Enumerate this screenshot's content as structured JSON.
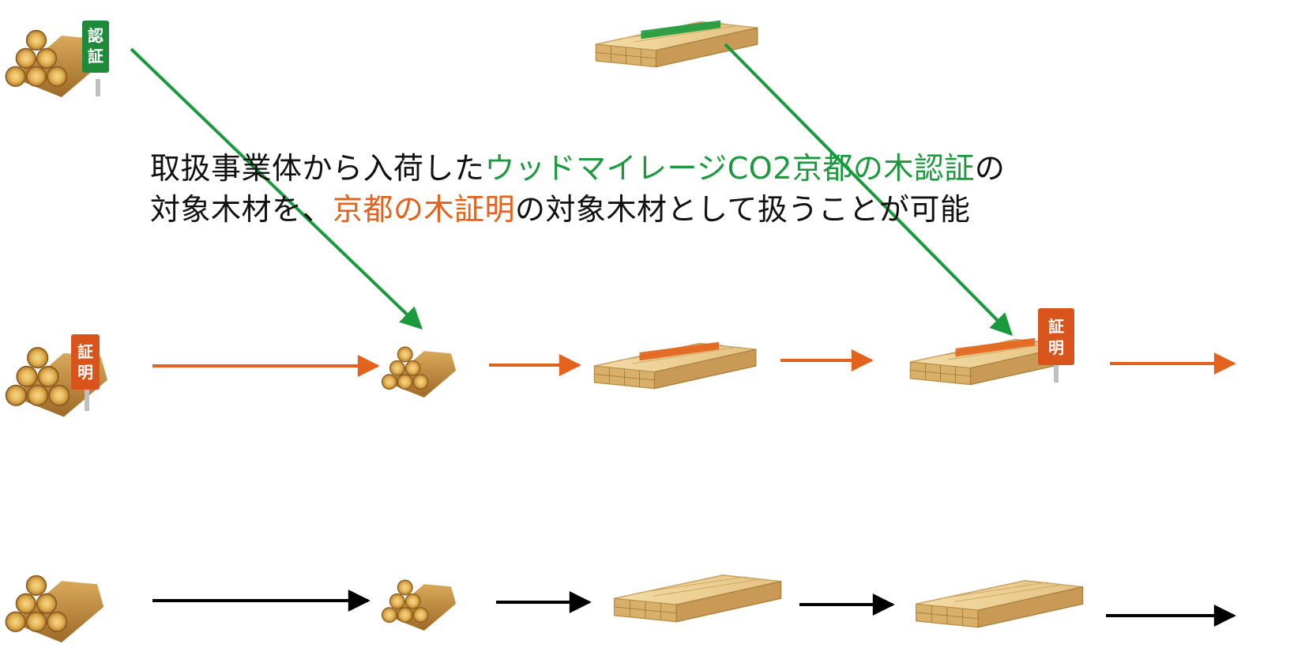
{
  "caption": {
    "line1_pre": "取扱事業体から入荷した",
    "line1_green": "ウッドマイレージCO2京都の木認証",
    "line1_post": "の",
    "line2_pre": "対象木材を、",
    "line2_orange": "京都の木証明",
    "line2_post": "の対象木材として扱うことが可能"
  },
  "signs": {
    "green": [
      "認",
      "証"
    ],
    "orange_log": [
      "証",
      "明"
    ],
    "orange_lumber": [
      "証",
      "明"
    ]
  },
  "colors": {
    "green": "#1a9a3c",
    "orange": "#e3631c",
    "black": "#000000",
    "log_wood": "#c79a4c",
    "lumber_wood": "#e8c98b"
  },
  "icons": [
    "log-pile-icon",
    "lumber-stack-icon",
    "certification-sign-icon",
    "arrow-icon"
  ]
}
